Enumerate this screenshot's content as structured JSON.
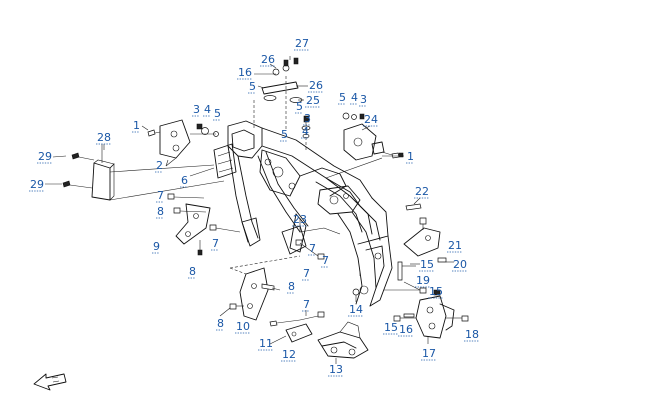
{
  "diagram": {
    "callouts": [
      {
        "id": "c28",
        "text": "28"
      },
      {
        "id": "c29a",
        "text": "29"
      },
      {
        "id": "c29b",
        "text": "29"
      },
      {
        "id": "c1a",
        "text": "1"
      },
      {
        "id": "c2",
        "text": "2"
      },
      {
        "id": "c3a",
        "text": "3"
      },
      {
        "id": "c4a",
        "text": "4"
      },
      {
        "id": "c5a",
        "text": "5"
      },
      {
        "id": "c6",
        "text": "6"
      },
      {
        "id": "c7a",
        "text": "7"
      },
      {
        "id": "c8a",
        "text": "8"
      },
      {
        "id": "c7b",
        "text": "7"
      },
      {
        "id": "c9",
        "text": "9"
      },
      {
        "id": "c8b",
        "text": "8"
      },
      {
        "id": "c27",
        "text": "27"
      },
      {
        "id": "c26a",
        "text": "26"
      },
      {
        "id": "c16a",
        "text": "16"
      },
      {
        "id": "c5b",
        "text": "5"
      },
      {
        "id": "c26b",
        "text": "26"
      },
      {
        "id": "c25",
        "text": "25"
      },
      {
        "id": "c5c",
        "text": "5"
      },
      {
        "id": "c3b",
        "text": "3"
      },
      {
        "id": "c4b",
        "text": "4"
      },
      {
        "id": "c5d",
        "text": "5"
      },
      {
        "id": "c4c",
        "text": "4"
      },
      {
        "id": "c5e",
        "text": "5"
      },
      {
        "id": "c3c",
        "text": "3"
      },
      {
        "id": "c24",
        "text": "24"
      },
      {
        "id": "c1b",
        "text": "1"
      },
      {
        "id": "c22",
        "text": "22"
      },
      {
        "id": "c23",
        "text": "23"
      },
      {
        "id": "c7c",
        "text": "7"
      },
      {
        "id": "c7d",
        "text": "7"
      },
      {
        "id": "c7e",
        "text": "7"
      },
      {
        "id": "c21",
        "text": "21"
      },
      {
        "id": "c15a",
        "text": "15"
      },
      {
        "id": "c20",
        "text": "20"
      },
      {
        "id": "c19",
        "text": "19"
      },
      {
        "id": "c15b",
        "text": "15"
      },
      {
        "id": "c8c",
        "text": "8"
      },
      {
        "id": "c7f",
        "text": "7"
      },
      {
        "id": "c14",
        "text": "14"
      },
      {
        "id": "c8d",
        "text": "8"
      },
      {
        "id": "c10",
        "text": "10"
      },
      {
        "id": "c11",
        "text": "11"
      },
      {
        "id": "c12",
        "text": "12"
      },
      {
        "id": "c13",
        "text": "13"
      },
      {
        "id": "c15c",
        "text": "15"
      },
      {
        "id": "c16b",
        "text": "16"
      },
      {
        "id": "c17",
        "text": "17"
      },
      {
        "id": "c18",
        "text": "18"
      }
    ],
    "colors": {
      "callout": "#1a57a6",
      "linework": "#111111",
      "background": "#ffffff"
    },
    "icons": {
      "direction": "front-arrow-icon"
    }
  }
}
